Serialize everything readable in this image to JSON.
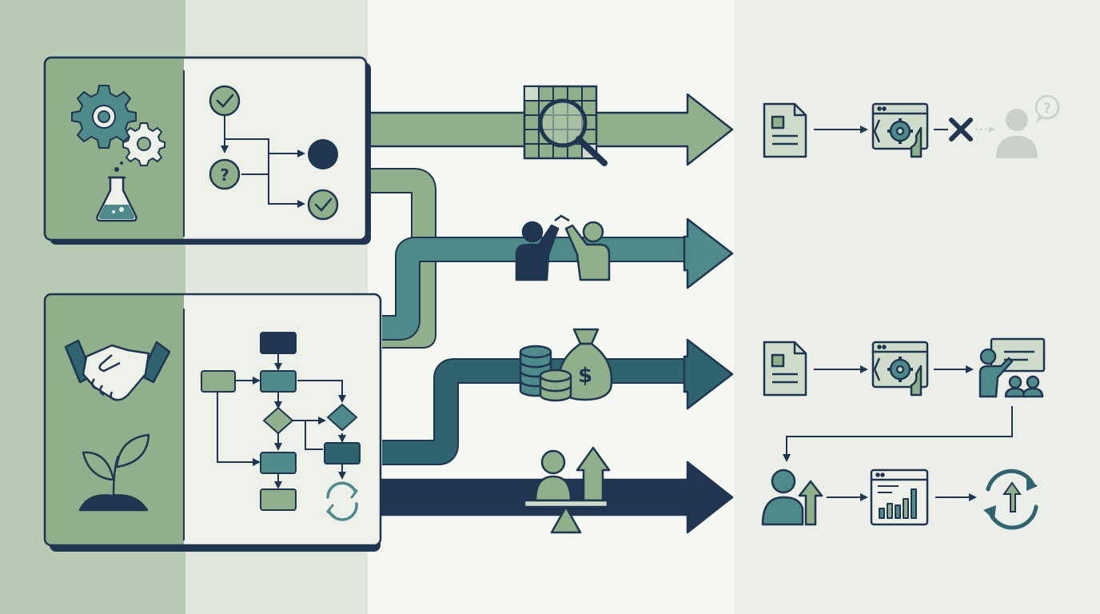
{
  "colors": {
    "navy": "#1f3550",
    "teal_dark": "#2f6370",
    "teal": "#4f8a8b",
    "sage": "#8fb08a",
    "sage_light": "#cfdccb",
    "panel_bg": "#eef1ea",
    "bg_left": "#b7cbb2",
    "bg_mid": "#e4ebe1",
    "bg_center": "#f5f7f2",
    "bg_right": "#eceee9",
    "faded": "#c9d1c9"
  },
  "panels": {
    "top": {
      "left_icons": [
        "gears-icon",
        "flask-icon"
      ],
      "flow_icons": [
        "check-circle-icon",
        "question-circle-icon",
        "filled-circle-icon",
        "check-circle-icon"
      ],
      "decision_glyph": "?"
    },
    "bottom": {
      "left_icons": [
        "handshake-icon",
        "sprout-icon"
      ],
      "flow_icons": [
        "process-box-icon",
        "decision-diamond-icon",
        "refresh-cycle-icon"
      ]
    }
  },
  "arrows": [
    {
      "id": "arrow-1",
      "color": "sage",
      "icon": "table-magnifier-icon"
    },
    {
      "id": "arrow-2",
      "color": "teal",
      "icon": "high-five-icon"
    },
    {
      "id": "arrow-3",
      "color": "teal_dark",
      "icon": "money-bag-coins-icon",
      "glyph": "$"
    },
    {
      "id": "arrow-4",
      "color": "navy",
      "icon": "person-on-scale-growth-icon"
    }
  ],
  "outcomes": {
    "row1": [
      "document-icon",
      "hand-gear-screen-icon",
      "x-mark-icon",
      "faded-user-question-icon"
    ],
    "row1_glyphs": {
      "question": "?"
    },
    "row2": [
      "document-icon",
      "hand-gear-screen-icon",
      "presenter-audience-icon"
    ],
    "row3": [
      "user-growth-icon",
      "bar-chart-dashboard-icon",
      "refresh-up-icon"
    ]
  }
}
